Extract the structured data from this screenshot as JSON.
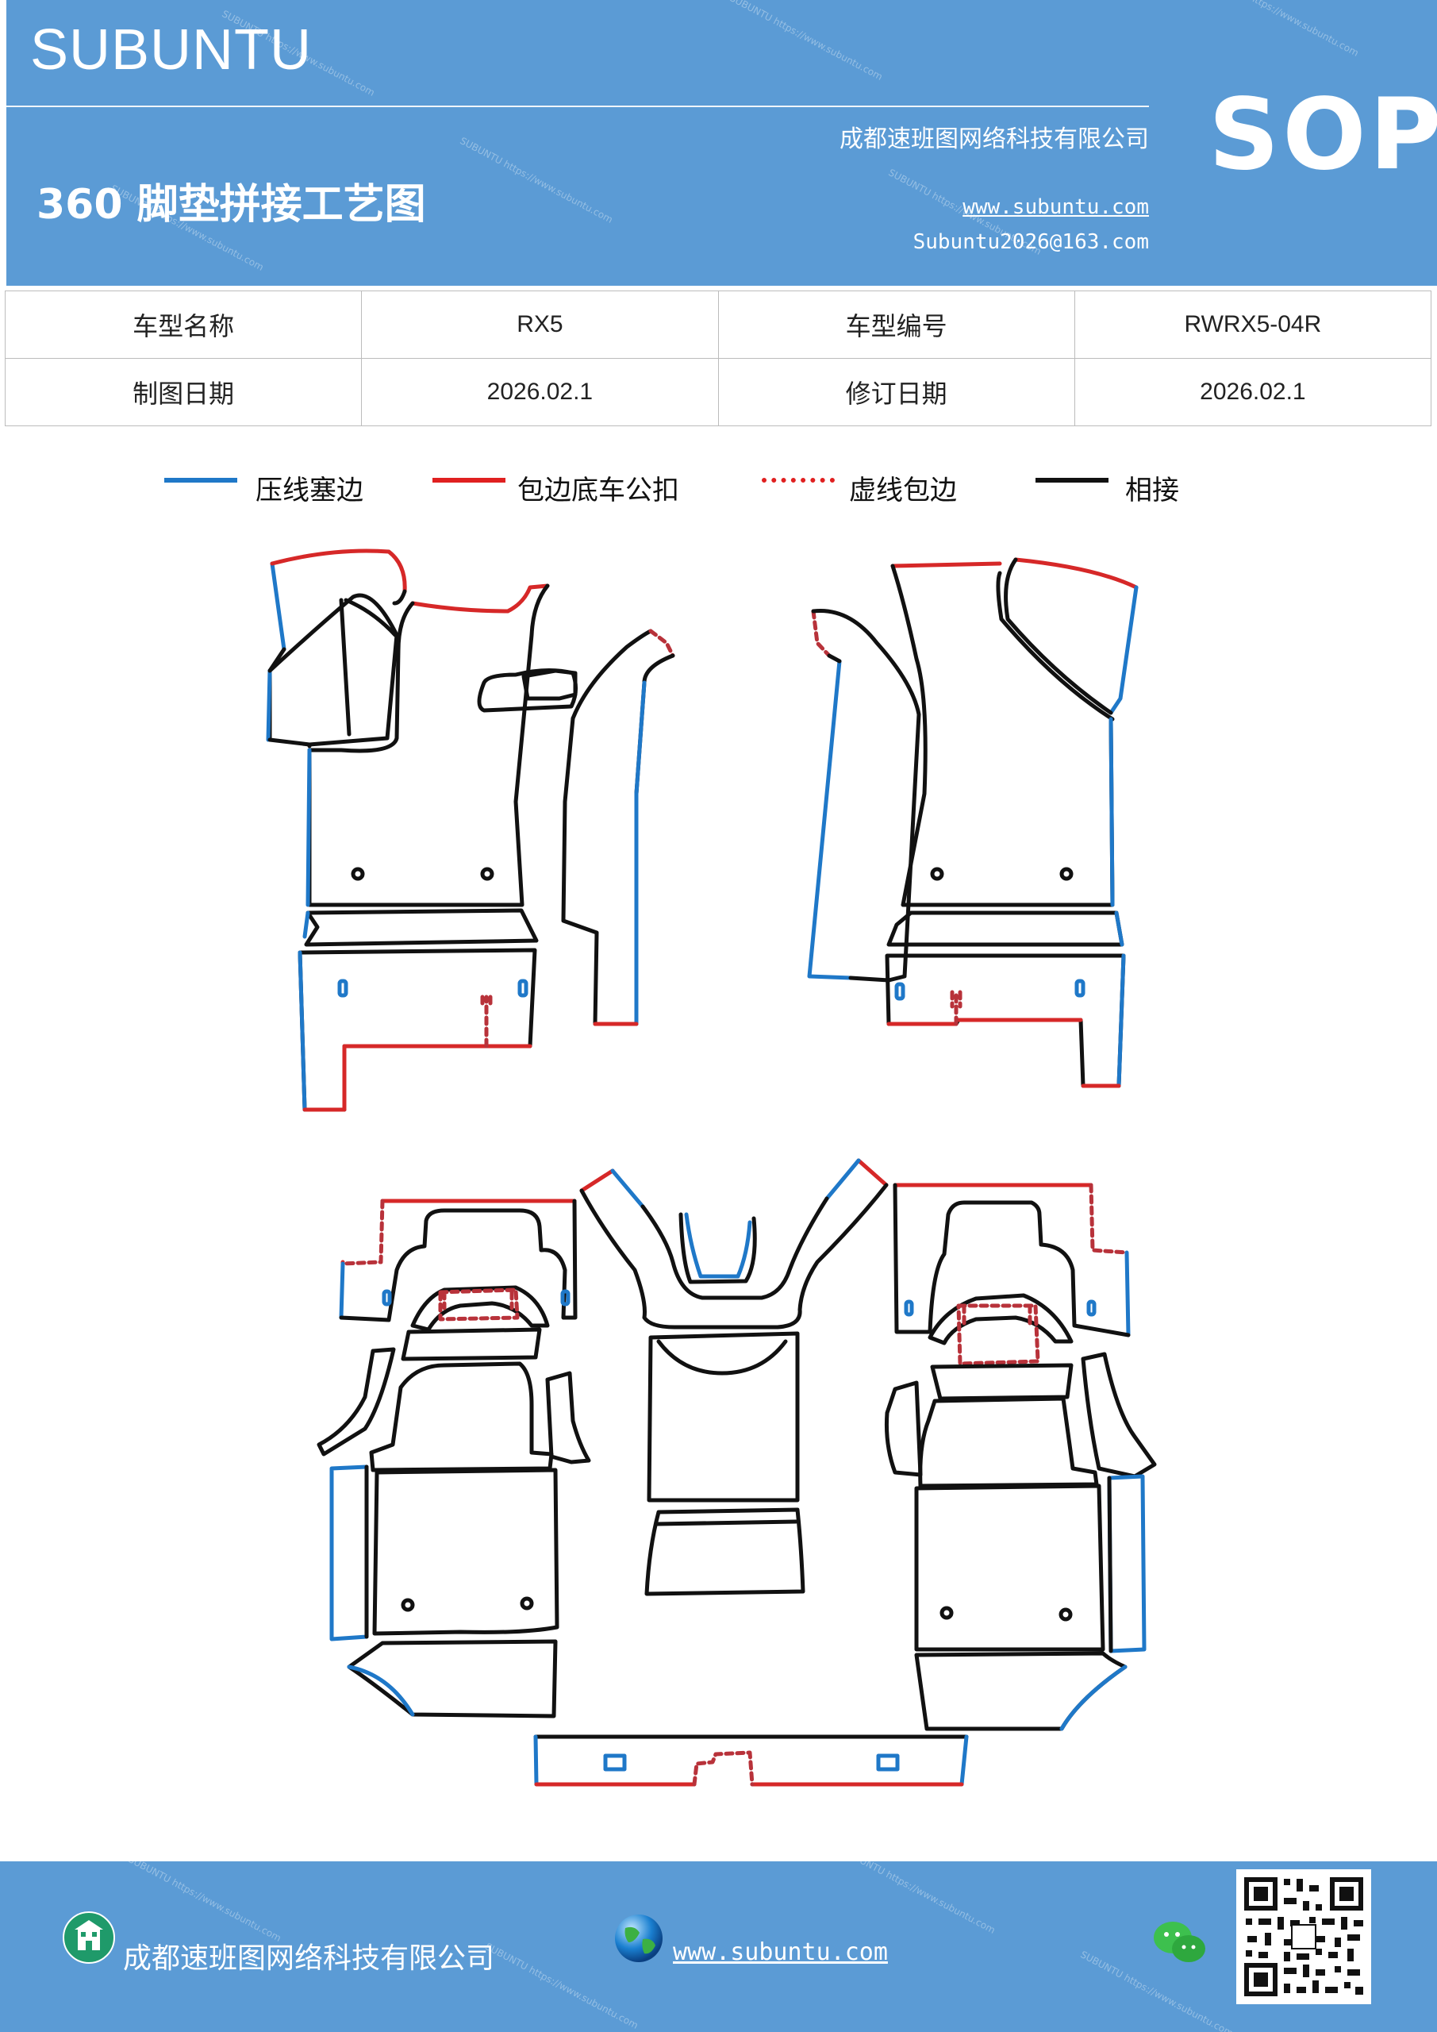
{
  "header": {
    "brand": "SUBUNTU",
    "sop": "SOP",
    "company": "成都速班图网络科技有限公司",
    "title": "360 脚垫拼接工艺图",
    "website": "www.subuntu.com",
    "email": "Subuntu2026@163.com",
    "watermark": "SUBUNTU https://www.subuntu.com"
  },
  "info": {
    "model_name_label": "车型名称",
    "model_name": "RX5",
    "model_code_label": "车型编号",
    "model_code": "RWRX5-04R",
    "draw_date_label": "制图日期",
    "draw_date": "2026.02.1",
    "revise_date_label": "修订日期",
    "revise_date": "2026.02.1"
  },
  "legend": [
    {
      "label": "压线塞边",
      "color": "#1f78c8",
      "style": "solid"
    },
    {
      "label": "包边底车公扣",
      "color": "#e02020",
      "style": "solid"
    },
    {
      "label": "虚线包边",
      "color": "#e02020",
      "style": "dotted"
    },
    {
      "label": "相接",
      "color": "#111111",
      "style": "solid"
    }
  ],
  "colors": {
    "header_bg": "#5b9bd5",
    "blue_line": "#1f78c8",
    "red_line": "#d62828",
    "dashed_line": "#b8323a",
    "black_line": "#111111"
  },
  "footer": {
    "company": "成都速班图网络科技有限公司",
    "website": "www.subuntu.com",
    "icons": [
      "building-icon",
      "globe-icon",
      "wechat-icon",
      "qr-code"
    ]
  }
}
